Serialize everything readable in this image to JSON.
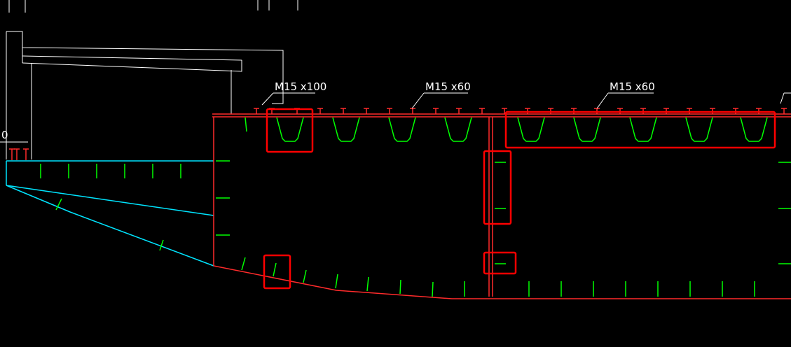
{
  "drawing": {
    "labels": {
      "stud_label_left": "M15 x100",
      "stud_label_mid": "M15 x60",
      "stud_label_right": "M15 x60",
      "edge_char": "0"
    },
    "colors": {
      "background": "#000000",
      "outline": "#ff2b2b",
      "stiffener": "#00ff00",
      "cantilever": "#00e5ff",
      "barrier": "#ffffff",
      "highlight": "#ff0000"
    }
  }
}
